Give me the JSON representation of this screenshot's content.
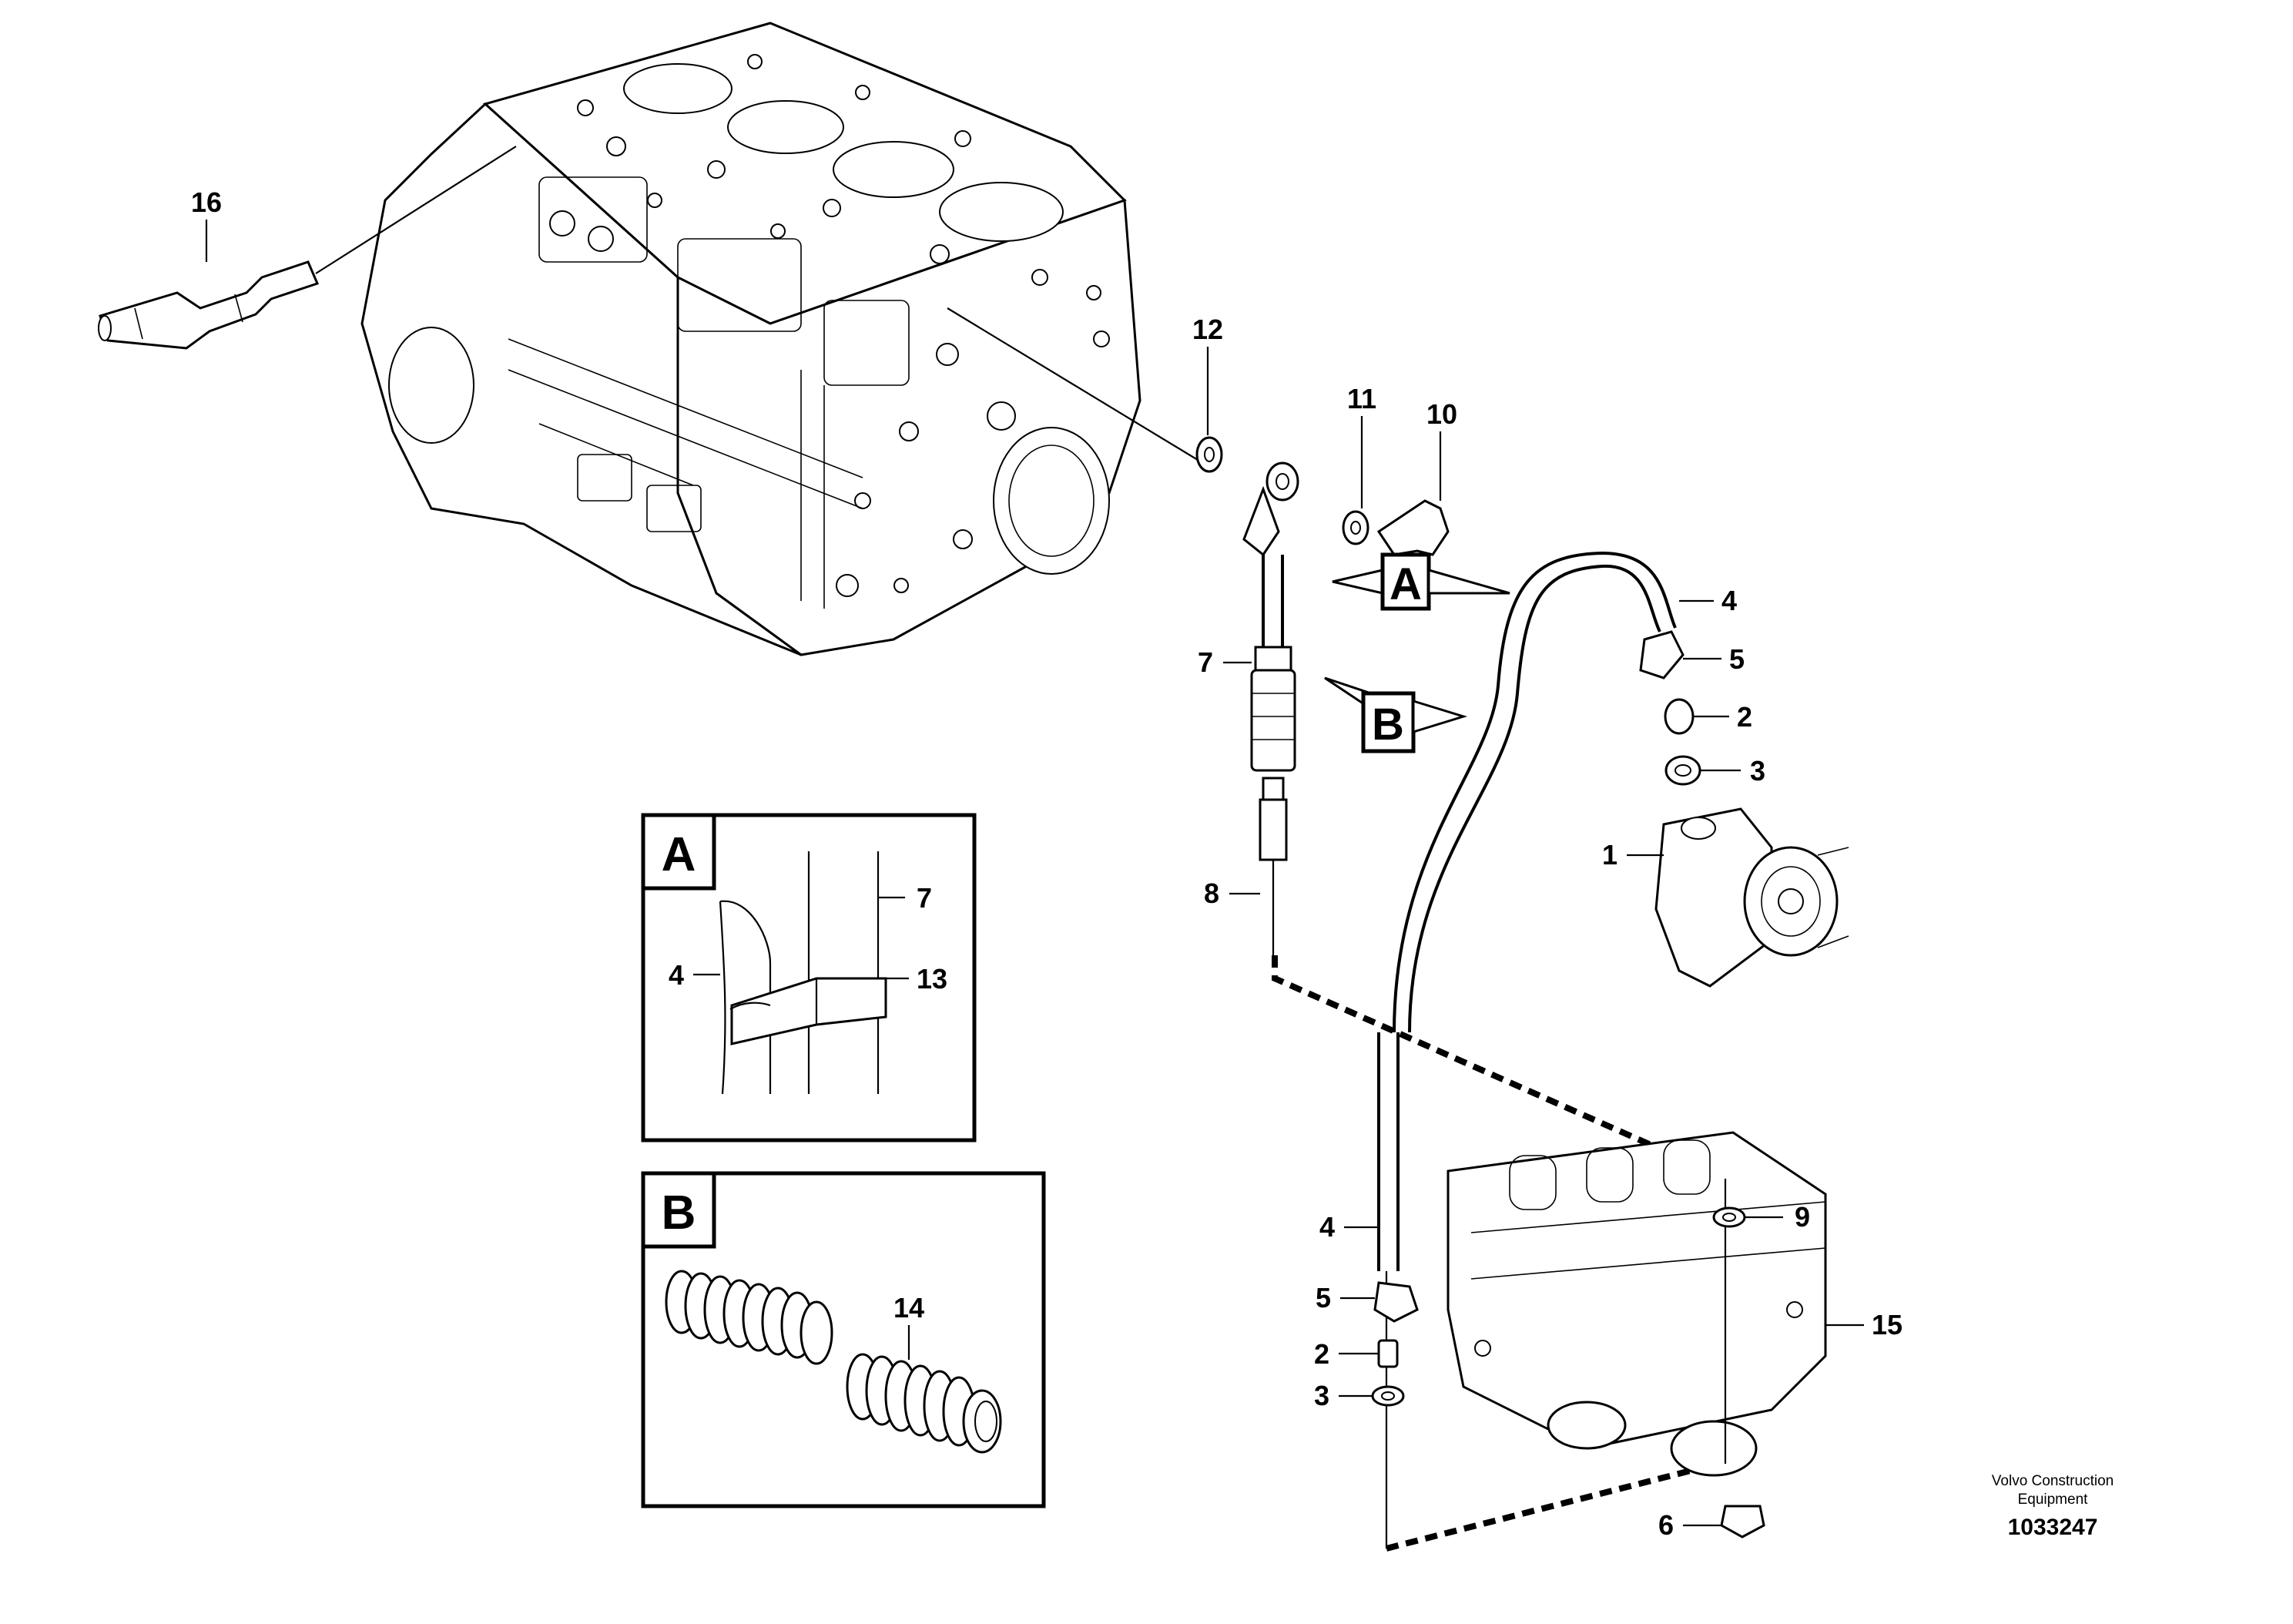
{
  "callouts": {
    "c1": "1",
    "c2a": "2",
    "c2b": "2",
    "c3a": "3",
    "c3b": "3",
    "c4a": "4",
    "c4b": "4",
    "c4c": "4",
    "c5a": "5",
    "c5b": "5",
    "c6": "6",
    "c7a": "7",
    "c7b": "7",
    "c8": "8",
    "c9": "9",
    "c10": "10",
    "c11": "11",
    "c12": "12",
    "c13": "13",
    "c14": "14",
    "c15": "15",
    "c16": "16"
  },
  "views": {
    "a_arrow": "A",
    "b_arrow": "B",
    "a_inset": "A",
    "b_inset": "B"
  },
  "footer": {
    "brand_line1": "Volvo Construction",
    "brand_line2": "Equipment",
    "doc_number": "1033247"
  }
}
